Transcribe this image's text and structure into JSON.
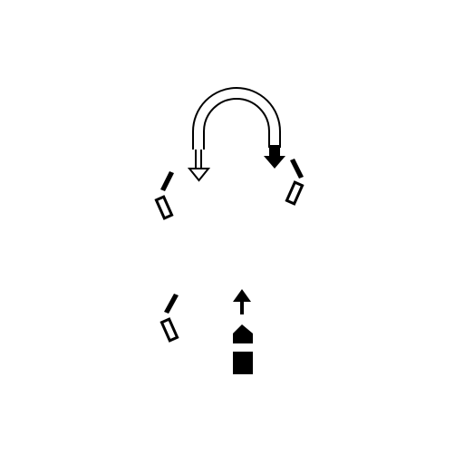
{
  "background_color": "#ffffff",
  "ink_color": "#000000",
  "paper_color": "#ffffff",
  "symbols": [
    {
      "id": "uturn-arrow",
      "icon": "u-turn-arrow-icon",
      "style": "outlined arc, hollow left head, solid right head"
    },
    {
      "id": "upper-left-diag",
      "icon": "diagonal-dash-box-icon",
      "style": "hollow box"
    },
    {
      "id": "upper-right-diag",
      "icon": "diagonal-dash-box-icon",
      "style": "hollow box"
    },
    {
      "id": "lower-left-diag",
      "icon": "diagonal-dash-box-icon",
      "style": "hollow box"
    },
    {
      "id": "up-arrow",
      "icon": "up-arrow-icon",
      "style": "solid"
    },
    {
      "id": "house-block",
      "icon": "house-block-icon",
      "style": "solid"
    }
  ]
}
